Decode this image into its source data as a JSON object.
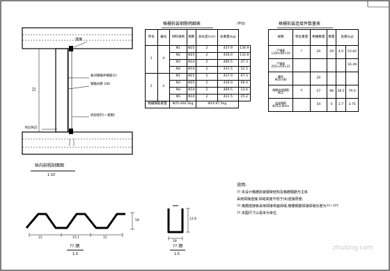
{
  "drawing": {
    "main_view": {
      "title": "纵向剖视剖面图",
      "scale": "1:10",
      "callouts": [
        "连接",
        "板间钢筋件钢筋(5)",
        "钢筋间距 180",
        "抗剪栓钉(一套钢)"
      ],
      "dim_height": "32",
      "dim_bottom": "N1(N2)"
    },
    "table1": {
      "title": "格栅拆装钢筋明细表",
      "unit": "(单位)",
      "headers": [
        "序号",
        "编号",
        "材料规格",
        "根数",
        "总长度(cm)",
        "总重量(kg)"
      ],
      "groups": [
        {
          "no": "1",
          "qty": "4",
          "rows": [
            [
              "N1",
              "Φ25",
              "2",
              "437.9",
              "134.9"
            ],
            [
              "N2",
              "Φ25",
              "2",
              "430.0",
              "132.8"
            ],
            [
              "N3",
              "Φ14",
              "2",
              "480.5",
              "47.3"
            ],
            [
              "N4",
              "Φ14",
              "2",
              "431.5",
              "52.5"
            ]
          ]
        },
        {
          "no": "2",
          "qty": "2",
          "rows": [
            [
              "N1",
              "Φ25",
              "2",
              "437.0",
              "67.3"
            ],
            [
              "N3",
              "Φ25",
              "2",
              "430.0",
              "66.4"
            ],
            [
              "N4",
              "Φ14",
              "2",
              "489.5",
              "23.6"
            ],
            [
              "N5",
              "Φ14",
              "2",
              "431.5",
              "25.2"
            ]
          ]
        }
      ],
      "total_label": "格栅钢筋重量",
      "total_a": "Φ25:400.5kg",
      "total_b": "Φ14:97.5kg"
    },
    "table2": {
      "title": "格栅拆装连接件数量表",
      "headers": [
        "规格",
        "单位重量",
        "格栅数量",
        "数量",
        "总重(kg)"
      ],
      "rows": [
        [
          "??钢板\nL100×80×10",
          "?",
          "20",
          "29",
          "4.0",
          "53.82"
        ],
        [
          "??钢板\n250×250×15",
          "",
          "",
          "",
          "",
          "16.49"
        ],
        [
          "螺栓\nM20×80",
          "",
          "20",
          "",
          "",
          ""
        ],
        [
          "格栅连接钢筋\nΦ22",
          "个",
          "27",
          "98",
          "28.5",
          "79.0"
        ],
        [
          "连接钢筋\nΦ25/2.8mm",
          "",
          "54",
          "5",
          "2.7",
          "3.75"
        ]
      ]
    },
    "notes": {
      "heading": "说明:",
      "lines": [
        "??.本设计格栅拆装钢架结构及格栅钢筋与主体",
        "   采用焊接连接,焊缝高度不低于(6)连接厚度;",
        "??.格栅连接板采用焊接单面焊缝,格栅钢筋焊接焊缝长度为??~???",
        "??.本图尺寸以毫米为单位."
      ]
    },
    "detail1": {
      "label": "??.钢",
      "scale": "1:5",
      "dims": [
        "15",
        "15.1",
        "15",
        "58"
      ]
    },
    "detail2": {
      "label": "??.钢",
      "scale": "1:5",
      "dims": [
        "12.8",
        "18"
      ]
    },
    "watermark": "zhulong.com"
  }
}
